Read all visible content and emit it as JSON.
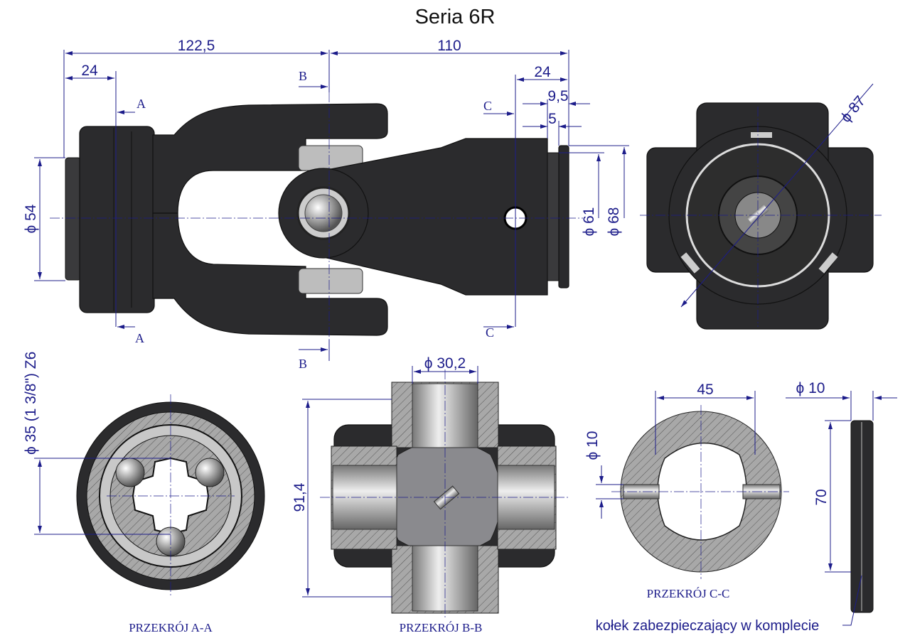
{
  "title": "Seria 6R",
  "colors": {
    "dimension": "#1c1c8a",
    "part": "#2b2b2d"
  },
  "dimensions": {
    "total_left": "122,5",
    "total_right": "110",
    "left_24": "24",
    "right_24": "24",
    "d_9_5": "9,5",
    "d_5": "5",
    "dia_54": "ϕ 54",
    "dia_61": "ϕ 61",
    "dia_68": "ϕ 68",
    "dia_87": "ϕ 87",
    "spline": "ϕ 35  (1 3/8\") Z6",
    "dia_30_2": "ϕ 30,2",
    "d_91_4": "91,4",
    "d_45": "45",
    "dia_10_cc": "ϕ 10",
    "dia_10_pin": "ϕ 10",
    "d_70": "70"
  },
  "section_marks": {
    "a": "A",
    "b": "B",
    "c": "C"
  },
  "sections": {
    "aa": "PRZEKRÓJ A-A",
    "bb": "PRZEKRÓJ B-B",
    "cc": "PRZEKRÓJ C-C"
  },
  "pin_note": "kołek zabezpieczający w komplecie"
}
